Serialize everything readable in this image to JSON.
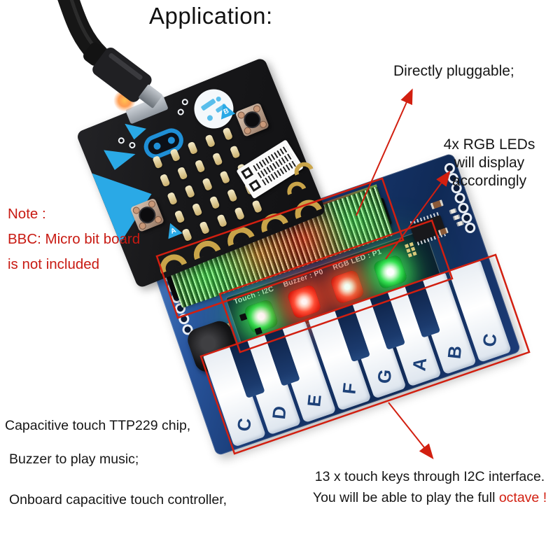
{
  "title": "Application:",
  "callouts": {
    "directly_pluggable": "Directly pluggable;",
    "rgb_leds_line1": "4x RGB LEDs",
    "rgb_leds_line2": "will display accordingly",
    "touch_keys_line1": "13 x touch keys through I2C interface.",
    "touch_keys_line2": "You will be able to play the full",
    "touch_keys_highlight": "octave !"
  },
  "note": {
    "line1": "Note :",
    "line2": "BBC: Micro bit board",
    "line3": "is not included"
  },
  "features": {
    "line1": "Capacitive touch TTP229 chip,",
    "line2": "Buzzer to play music;",
    "line3": "Onboard capacitive touch controller,"
  },
  "piano_board": {
    "silkscreen": {
      "touch": "Touch : I2C",
      "buzzer": "Buzzer : P0",
      "rgb_led": "RGB LED : P1"
    },
    "keys": [
      "C",
      "D",
      "E",
      "F",
      "G",
      "A",
      "B",
      "C"
    ],
    "leds": [
      "green",
      "red",
      "red",
      "green"
    ]
  },
  "microbit": {
    "button_a": "A",
    "button_b": "B"
  },
  "colors": {
    "annotation_red": "#d21f10",
    "note_red": "#c81a12",
    "board_blue": "#1b3c78",
    "accent_blue": "#2aa9e6",
    "led_green": "#2ee052",
    "led_red": "#f52816",
    "key_label_blue": "#1d4178"
  }
}
